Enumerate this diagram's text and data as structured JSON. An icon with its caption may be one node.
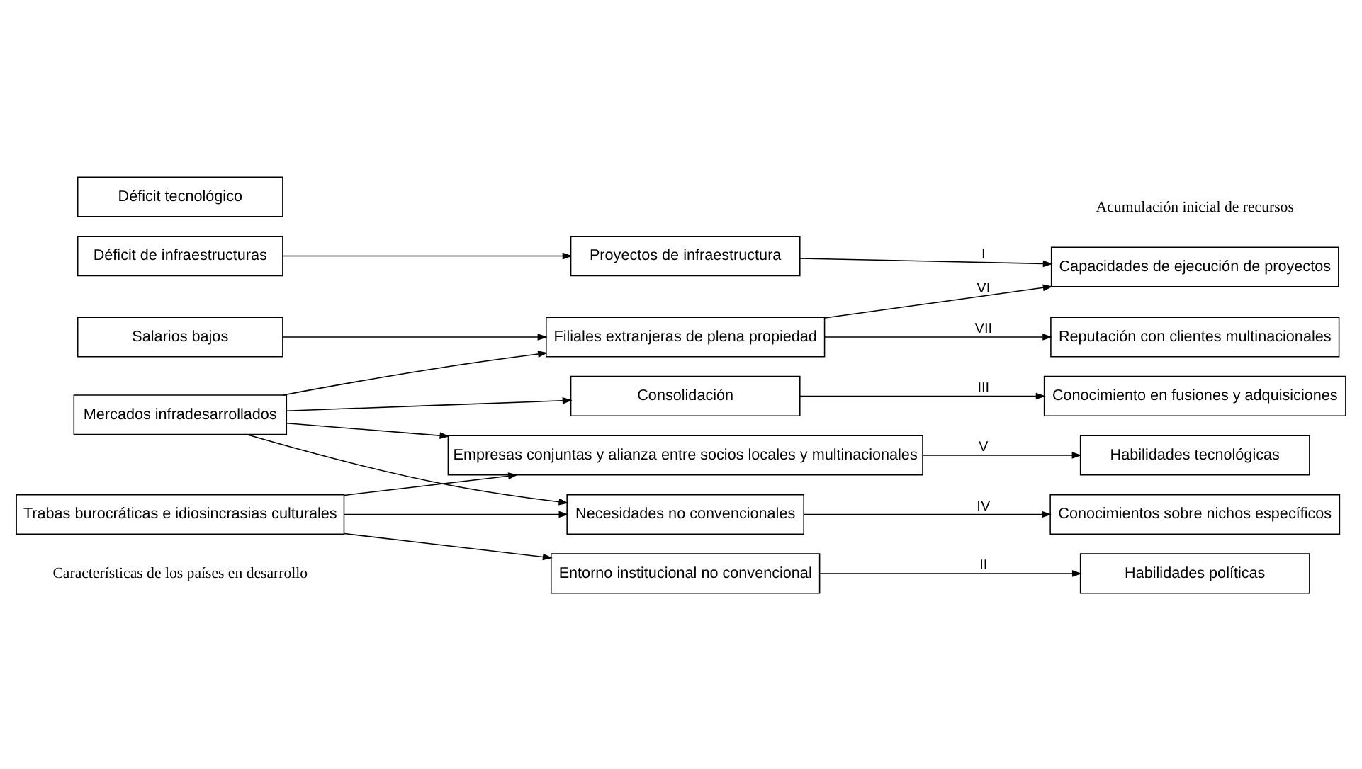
{
  "diagram": {
    "nodes": [
      {
        "text": [
          "Déficit de infraestructuras"
        ]
      },
      {
        "text": [
          "Trabas burocráticas e idiosincrasias culturales"
        ]
      },
      {
        "text": [
          "Déficit tecnológico"
        ]
      },
      {
        "text": [
          "Mercados infradesarrollados"
        ]
      },
      {
        "text": [
          "Salarios bajos"
        ]
      },
      {
        "text": [
          "Proyectos de infraestructura"
        ]
      },
      {
        "text": [
          "Entorno institucional no convencional"
        ]
      },
      {
        "text": [
          "Consolidación"
        ]
      },
      {
        "text": [
          "Necesidades no convencionales"
        ]
      },
      {
        "text": [
          "Empresas conjuntas y alianza entre socios locales y multinacionales"
        ]
      },
      {
        "text": [
          "Filiales extranjeras de plena propiedad"
        ]
      },
      {
        "text": [
          "Habilidades políticas"
        ]
      },
      {
        "text": [
          "Conocimiento en fusiones y adquisiciones"
        ]
      },
      {
        "text": [
          "Capacidades de ejecución de proyectos"
        ]
      },
      {
        "text": [
          "Conocimientos sobre nichos específicos"
        ]
      },
      {
        "text": [
          "Habilidades tecnológicas"
        ]
      },
      {
        "text": [
          "Reputación con clientes multinacionales"
        ]
      }
    ],
    "edges": [
      {
        "from": 0,
        "to": 5,
        "arrow": "to"
      },
      {
        "from": 1,
        "to": 6,
        "arrow": "to"
      },
      {
        "from": 1,
        "to": 8,
        "arrow": "to"
      },
      {
        "from": 1,
        "to": 9,
        "arrow": "to"
      },
      {
        "from": 3,
        "to": 7,
        "arrow": "to"
      },
      {
        "from": 3,
        "to": 8,
        "arrow": "to"
      },
      {
        "from": 3,
        "to": 9,
        "arrow": "to"
      },
      {
        "from": 3,
        "to": 10,
        "arrow": "to"
      },
      {
        "from": 4,
        "to": 10,
        "arrow": "to"
      },
      {
        "from": 5,
        "to": 13,
        "arrow": "to",
        "label": "I"
      },
      {
        "from": 6,
        "to": 11,
        "arrow": "to",
        "label": "II"
      },
      {
        "from": 7,
        "to": 12,
        "arrow": "to",
        "label": "III"
      },
      {
        "from": 8,
        "to": 14,
        "arrow": "to",
        "label": "IV"
      },
      {
        "from": 9,
        "to": 15,
        "arrow": "to",
        "label": "V"
      },
      {
        "from": 10,
        "to": 13,
        "arrow": "to",
        "label": "VI"
      },
      {
        "from": 10,
        "to": 16,
        "arrow": "to",
        "label": "VII"
      }
    ],
    "labels": [
      "Características de los países en desarrollo",
      "Acumulación inicial de recursos"
    ]
  }
}
